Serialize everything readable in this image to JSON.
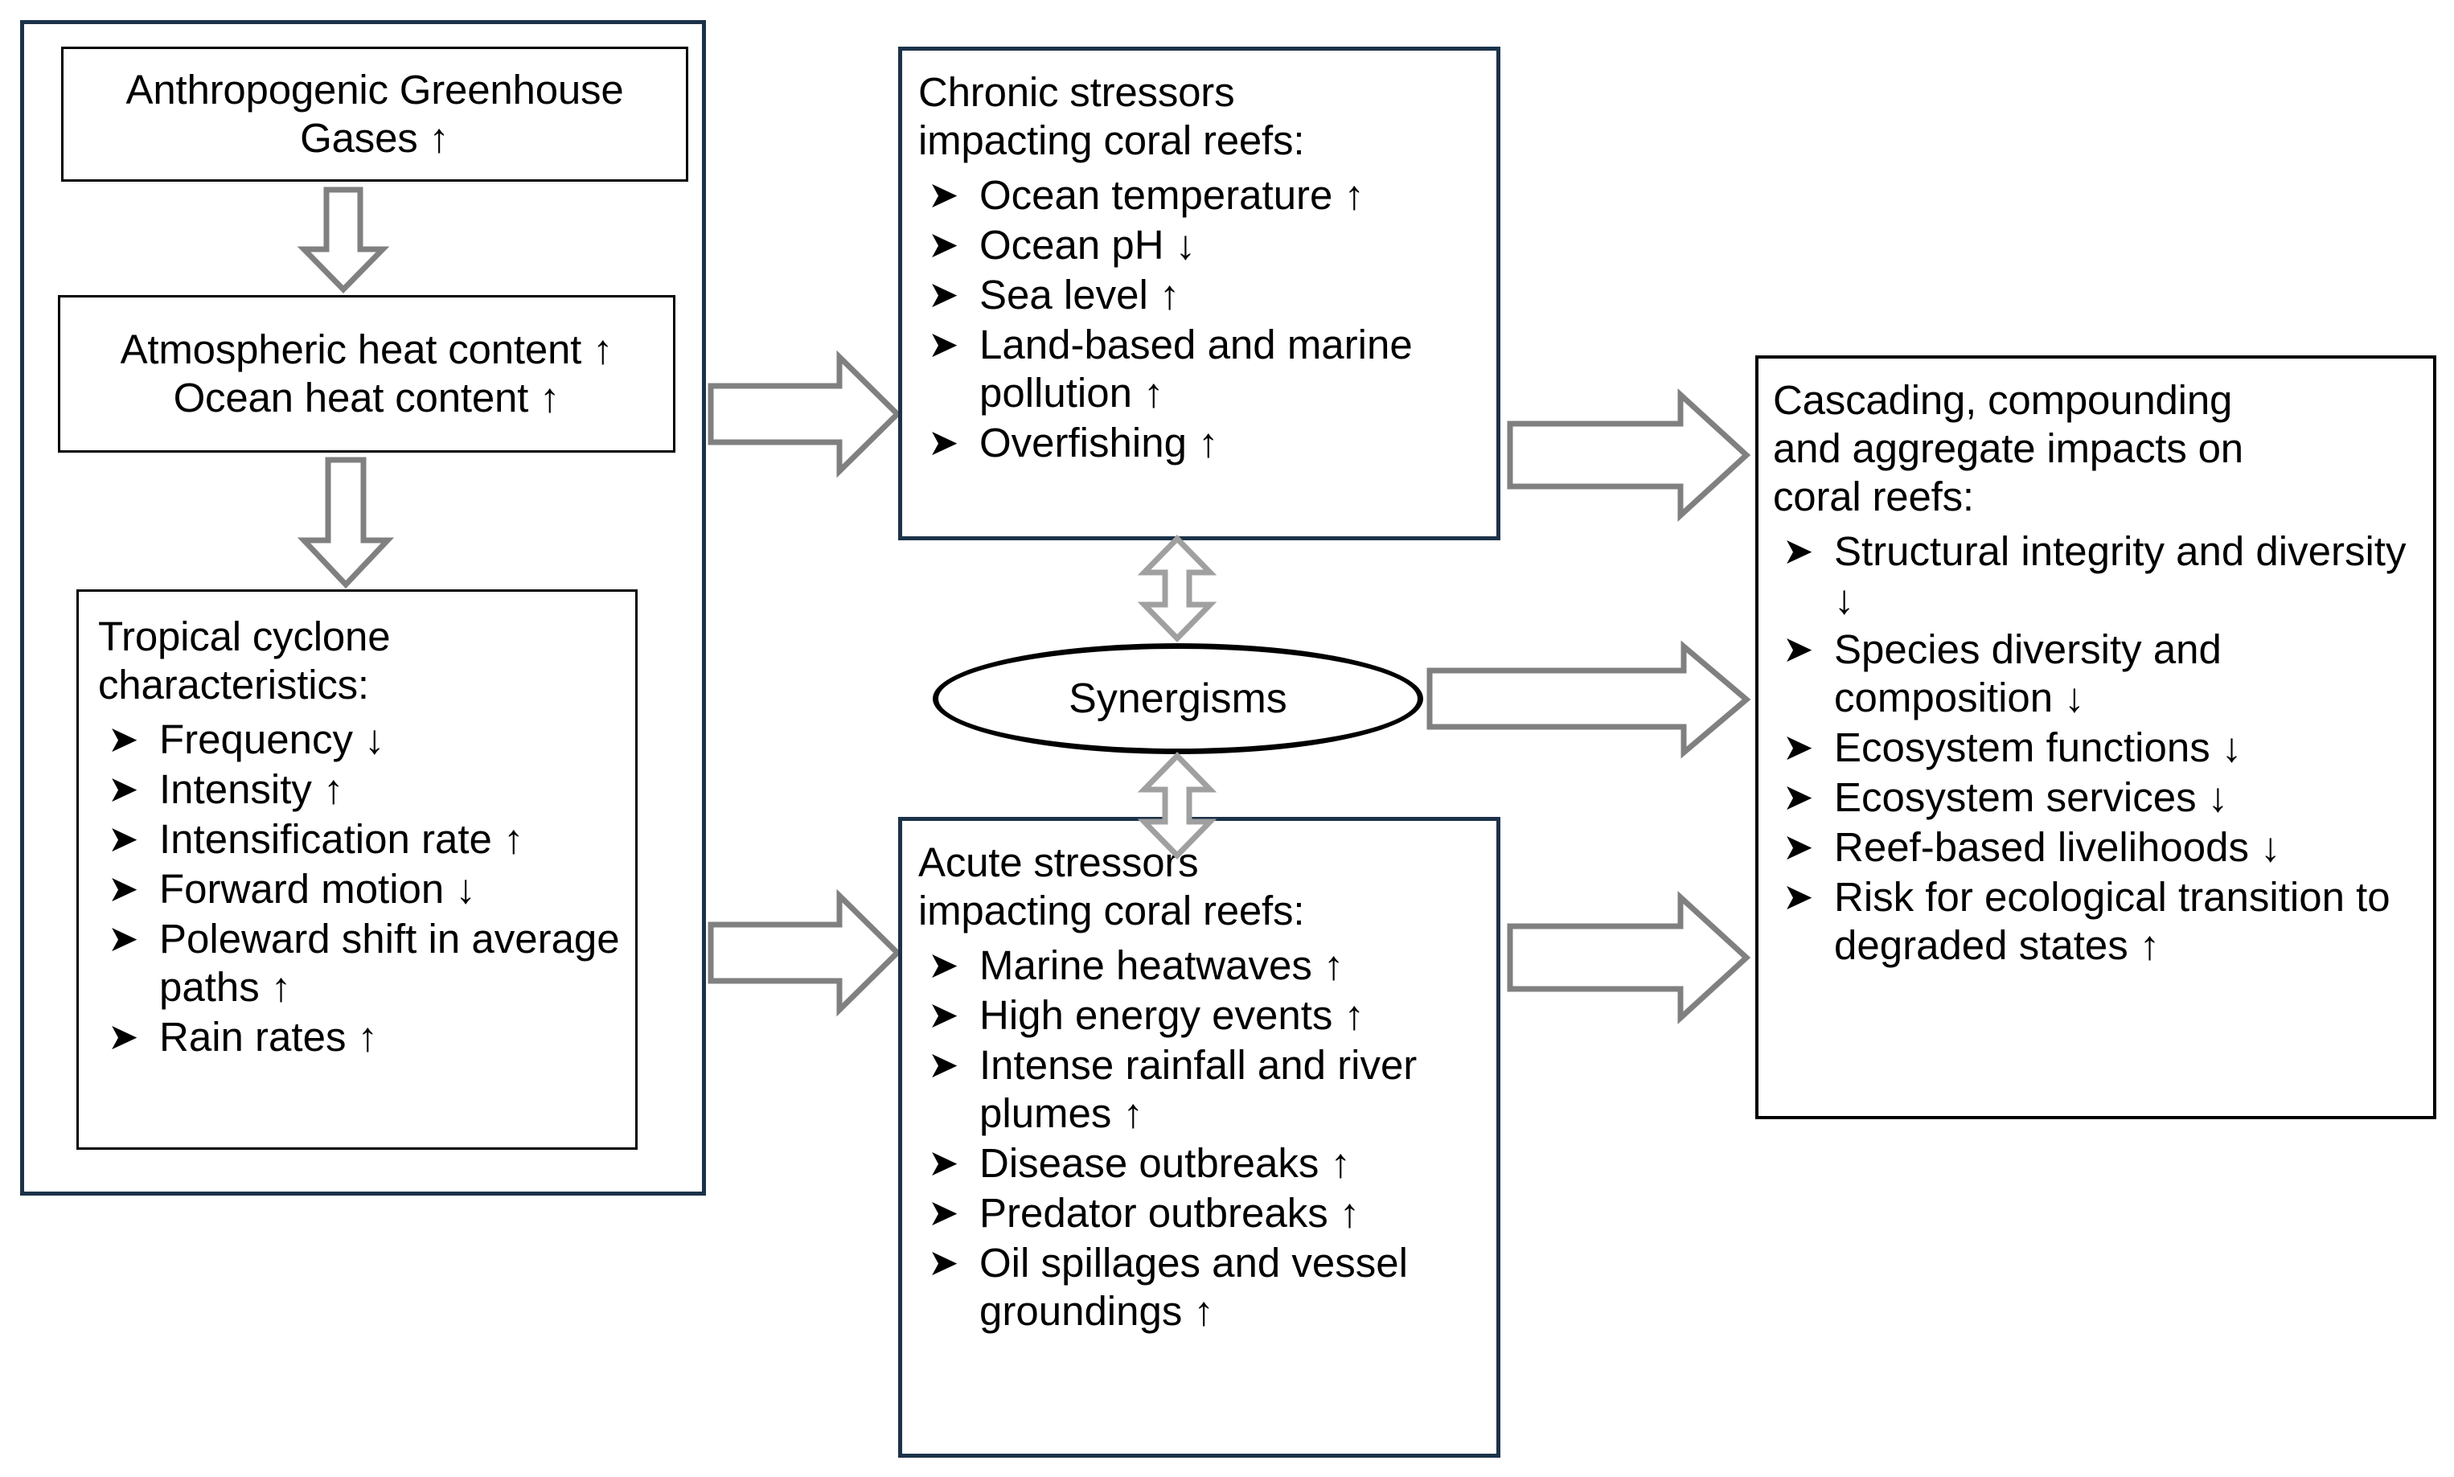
{
  "diagram": {
    "title": "Climate change drivers, coral reef stressors and impacts flow diagram",
    "colors": {
      "box_navy": "#1c3249",
      "box_black": "#000000",
      "arrow_gray": "#808080",
      "background": "#ffffff"
    },
    "bullet_glyph": "➤",
    "up_arrow": "↑",
    "down_arrow": "↓"
  },
  "drivers_panel": {
    "ghg_box": {
      "text": "Anthropogenic Greenhouse Gases ↑"
    },
    "heat_box": {
      "line1": "Atmospheric heat content ↑",
      "line2": "Ocean heat content ↑"
    },
    "cyclone_box": {
      "heading_line1": "Tropical cyclone",
      "heading_line2": "characteristics:",
      "items": [
        "Frequency ↓",
        "Intensity ↑",
        "Intensification rate ↑",
        "Forward motion ↓",
        "Poleward shift in average paths ↑",
        "Rain rates ↑"
      ]
    }
  },
  "chronic_box": {
    "heading_line1": "Chronic stressors",
    "heading_line2": "impacting coral reefs:",
    "items": [
      "Ocean temperature ↑",
      "Ocean pH ↓",
      "Sea level ↑",
      "Land-based and marine pollution ↑",
      "Overfishing ↑"
    ]
  },
  "acute_box": {
    "heading_line1": "Acute stressors",
    "heading_line2": "impacting coral reefs:",
    "items": [
      "Marine heatwaves ↑",
      "High energy events ↑",
      "Intense rainfall and river plumes ↑",
      "Disease outbreaks ↑",
      "Predator outbreaks ↑",
      "Oil spillages and vessel groundings ↑"
    ]
  },
  "synergisms": {
    "label": "Synergisms"
  },
  "impacts_box": {
    "heading_line1": "Cascading, compounding",
    "heading_line2": "and aggregate impacts on",
    "heading_line3": "coral reefs:",
    "items": [
      "Structural integrity and diversity ↓",
      "Species diversity and composition ↓",
      "Ecosystem functions ↓",
      "Ecosystem services ↓",
      "Reef-based livelihoods ↓",
      "Risk for ecological transition to degraded states ↑"
    ]
  }
}
